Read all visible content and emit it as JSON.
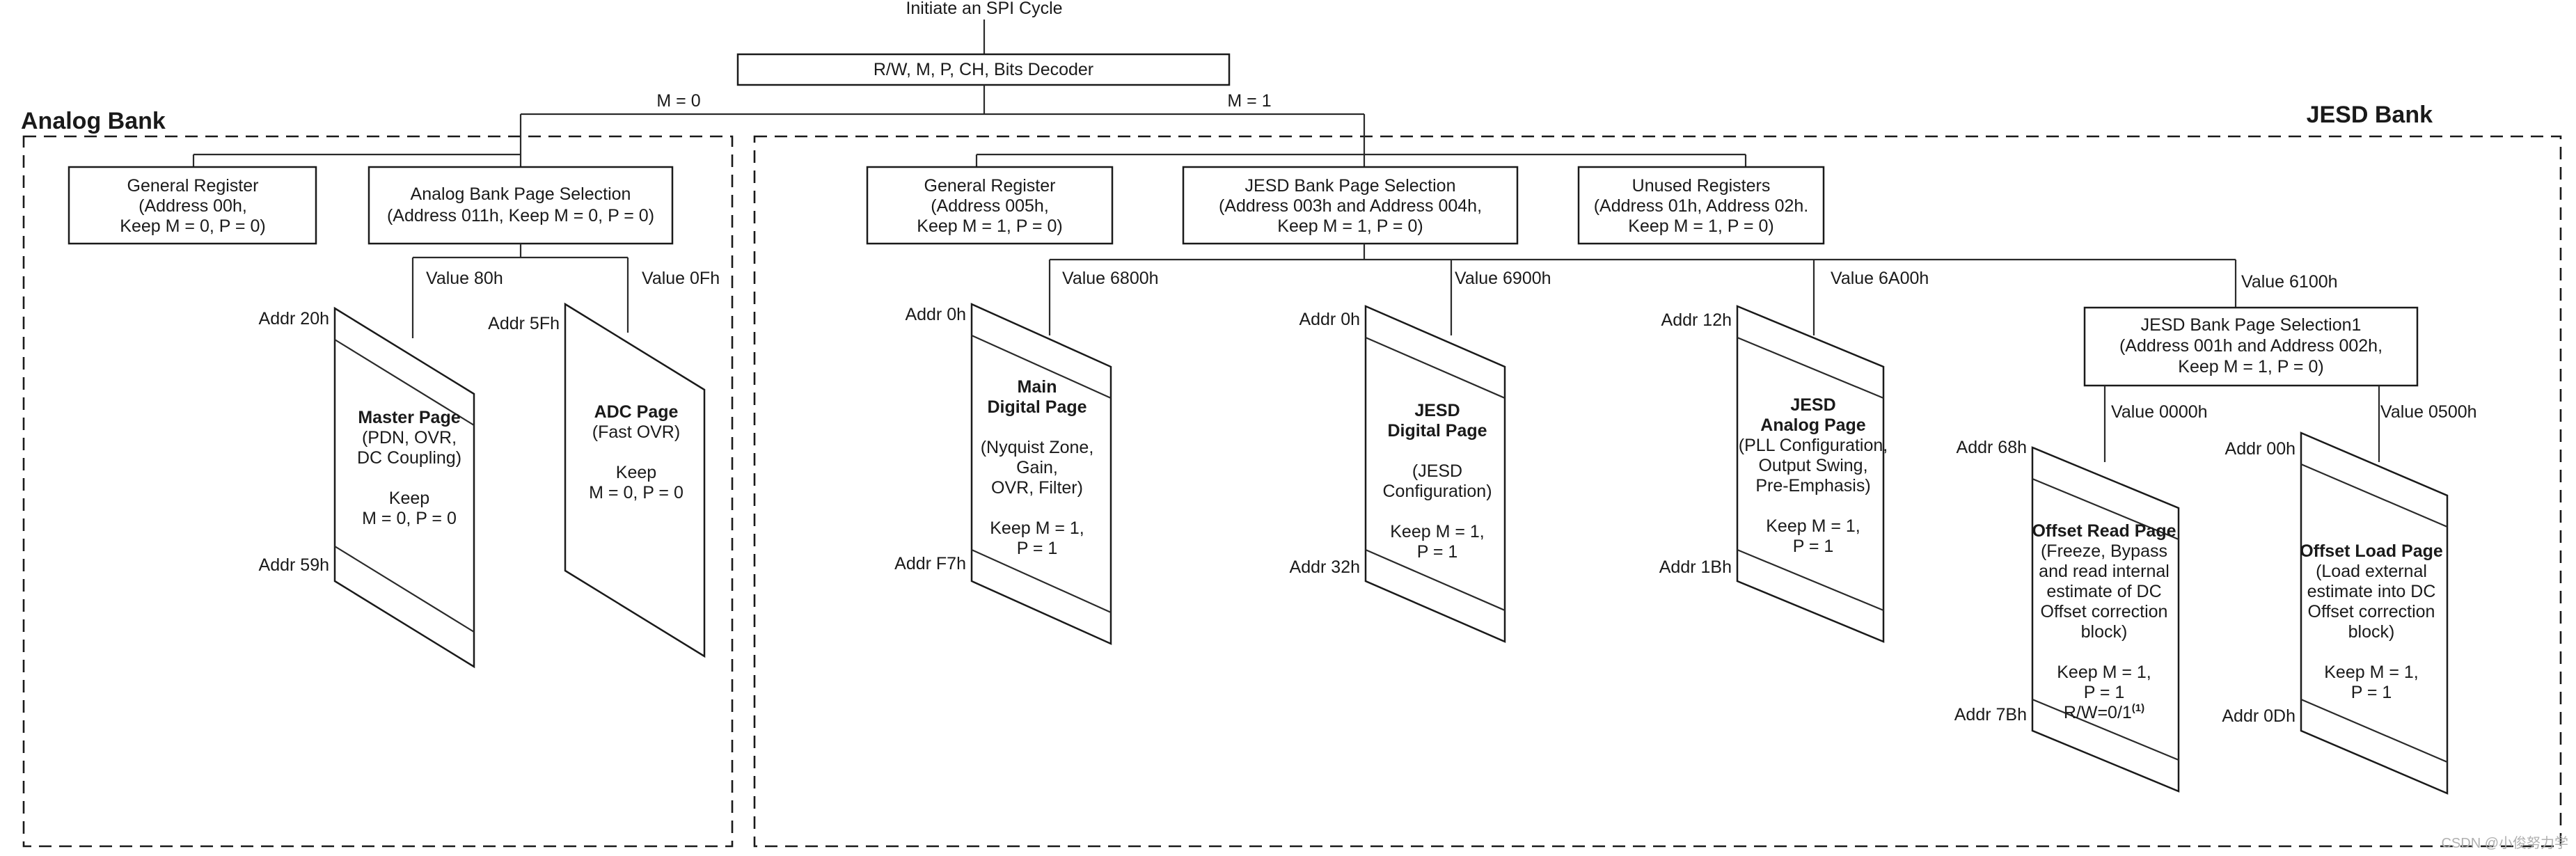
{
  "top": {
    "title": "Initiate an SPI Cycle",
    "decoder": "R/W, M, P, CH, Bits Decoder"
  },
  "branches": {
    "m0": "M = 0",
    "m1": "M = 1"
  },
  "banks": {
    "analog": "Analog Bank",
    "jesd": "JESD Bank"
  },
  "boxes": {
    "a_gen": {
      "l1": "General Register",
      "l2a": "(Address ",
      "l2hl": "00h,",
      "l3": "Keep M = 0, P = 0)"
    },
    "a_sel": {
      "l1": "Analog Bank Page Selection",
      "l2a": "(Address ",
      "l2hl": "011h",
      "l2b": ", Keep M = 0, P = 0)"
    },
    "j_gen": {
      "l1": "General Register",
      "l2a": "(Address ",
      "l2hl": "005h,",
      "l3": "Keep M = 1, P = 0)"
    },
    "j_sel": {
      "l1": "JESD Bank Page Selection",
      "l2a": "(Address ",
      "l2hl1": "003h",
      "l2m": " and Address ",
      "l2hl2": "004h,",
      "l3": "Keep M = 1, P = 0)"
    },
    "unused": {
      "l1": "Unused Registers",
      "l2a": "(Address ",
      "l2hl1": "01h",
      "l2m": ", Address ",
      "l2hl2": "02h.",
      "l3": "Keep M = 1, P = 0)"
    },
    "j_sel1": {
      "l1": "JESD Bank Page Selection1",
      "l2": "(Address 001h and Address 002h,",
      "l3": "Keep M = 1, P = 0)"
    }
  },
  "values": {
    "v80": "Value 80h",
    "v0F": "Value 0Fh",
    "v6800": "Value 6800h",
    "v6900": "Value 6900h",
    "v6A00": "Value 6A00h",
    "v6100": "Value 6100h",
    "v0000": "Value 0000h",
    "v0500": "Value 0500h"
  },
  "pages": {
    "master": {
      "start": "Addr 20h",
      "end": "Addr 59h",
      "title": [
        "Master Page"
      ],
      "body": [
        "(PDN, OVR,",
        "DC Coupling)",
        "",
        "Keep",
        "M = 0, P = 0"
      ]
    },
    "adc": {
      "start": "Addr 5Fh",
      "title": [
        "ADC Page"
      ],
      "body": [
        "(Fast OVR)",
        "",
        "Keep",
        "M = 0, P = 0"
      ]
    },
    "main": {
      "start": "Addr 0h",
      "end": "Addr F7h",
      "title": [
        "Main",
        "Digital Page"
      ],
      "body": [
        "",
        "(Nyquist Zone,",
        "Gain,",
        "OVR, Filter)",
        "",
        "Keep M = 1,",
        "P = 1"
      ]
    },
    "jesd_dig": {
      "start": "Addr 0h",
      "end": "Addr 32h",
      "title": [
        "JESD",
        "Digital Page"
      ],
      "body": [
        "",
        "(JESD",
        "Configuration)",
        "",
        "Keep M = 1,",
        "P = 1"
      ]
    },
    "jesd_ana": {
      "start": "Addr 12h",
      "end": "Addr 1Bh",
      "title": [
        "JESD",
        "Analog Page"
      ],
      "body": [
        "(PLL Configuration,",
        "Output Swing,",
        "Pre-Emphasis)",
        "",
        "Keep M = 1,",
        "P = 1"
      ]
    },
    "offset_read": {
      "start": "Addr 68h",
      "end": "Addr 7Bh",
      "title": [
        "Offset Read Page"
      ],
      "body": [
        "(Freeze, Bypass",
        "and read internal",
        "estimate of DC",
        "Offset correction",
        "block)",
        "",
        "Keep M = 1,",
        "P = 1",
        "R/W=0/1"
      ],
      "sup": "(1)"
    },
    "offset_load": {
      "start": "Addr 00h",
      "end": "Addr 0Dh",
      "title": [
        "Offset Load Page"
      ],
      "body": [
        "(Load external",
        "estimate into DC",
        "Offset correction",
        "block)",
        "",
        "Keep M = 1,",
        "P = 1"
      ]
    }
  },
  "watermark": "CSDN @小俊努力学"
}
